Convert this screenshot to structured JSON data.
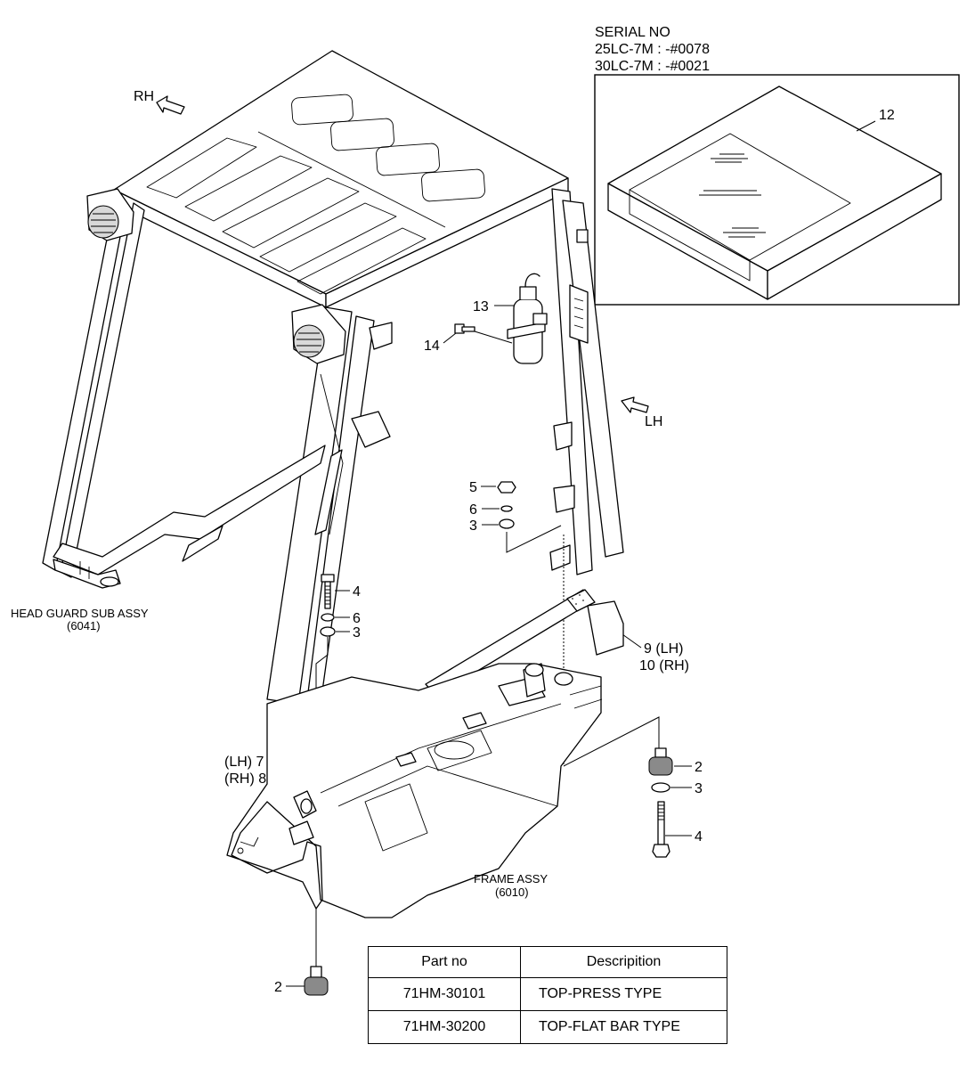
{
  "serial": {
    "heading": "SERIAL NO",
    "line1": "25LC-7M : -#0078",
    "line2": "30LC-7M : -#0021"
  },
  "orientation": {
    "rh": "RH",
    "lh": "LH"
  },
  "assemblies": {
    "head_guard": {
      "name": "HEAD GUARD SUB ASSY",
      "code": "(6041)"
    },
    "frame": {
      "name": "FRAME ASSY",
      "code": "(6010)"
    }
  },
  "callouts": {
    "c12": "12",
    "c13": "13",
    "c14": "14",
    "c5": "5",
    "c6a": "6",
    "c3a": "3",
    "c4a": "4",
    "c6b": "6",
    "c3b": "3",
    "c9": "9 (LH)",
    "c10": "10 (RH)",
    "c7": "(LH) 7",
    "c8": "(RH) 8",
    "c2a": "2",
    "c3c": "3",
    "c4b": "4",
    "c2b": "2"
  },
  "table": {
    "headers": [
      "Part no",
      "Descripition"
    ],
    "rows": [
      [
        "71HM-30101",
        "TOP-PRESS TYPE"
      ],
      [
        "71HM-30200",
        "TOP-FLAT BAR TYPE"
      ]
    ]
  }
}
